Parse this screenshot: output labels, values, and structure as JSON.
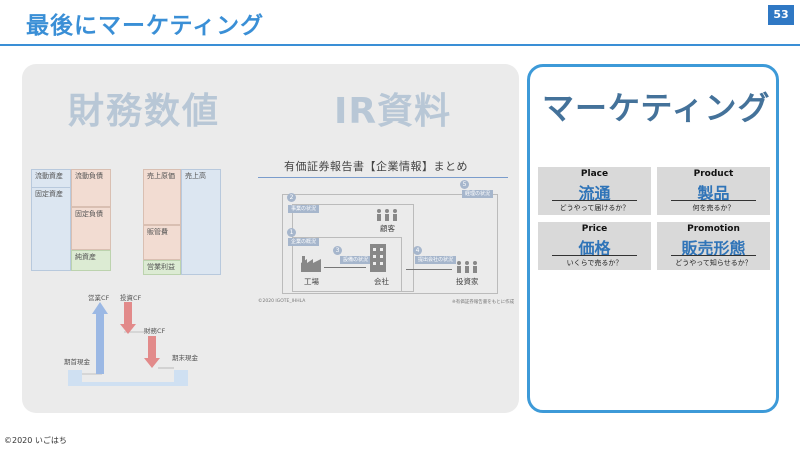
{
  "header": {
    "title": "最後にマーケティング",
    "page_number": "53"
  },
  "footer": {
    "copyright": "©2020 いごはち"
  },
  "financials": {
    "title": "財務数値",
    "balance_sheet": {
      "current_assets": "流動資産",
      "fixed_assets": "固定資産",
      "current_liabilities": "流動負債",
      "fixed_liabilities": "固定負債",
      "net_assets": "純資産"
    },
    "income_statement": {
      "cost_of_sales": "売上原価",
      "sga": "販管費",
      "operating_profit": "営業利益",
      "sales": "売上高"
    },
    "cash_flow": {
      "operating_cf": "営業CF",
      "investing_cf": "投資CF",
      "financing_cf": "財務CF",
      "opening_cash": "期首現金",
      "closing_cash": "期末現金"
    }
  },
  "ir": {
    "title": "IR資料",
    "subtitle": "有価証券報告書【企業情報】まとめ",
    "tags": [
      "事業の状況",
      "企業の概況",
      "設備の状況",
      "提出会社の状況",
      "経理の状況"
    ],
    "nums": [
      "1",
      "2",
      "3",
      "4",
      "5"
    ],
    "labels": {
      "customer": "顧客",
      "factory": "工場",
      "company": "会社",
      "investor": "投資家"
    },
    "footnote_left": "©2020 IGOTE_IHHLA",
    "footnote_right": "※有価証券報告書をもとに作成"
  },
  "marketing": {
    "title": "マーケティング",
    "cards": [
      {
        "head": "Place",
        "word": "流通",
        "question": "どうやって届けるか？"
      },
      {
        "head": "Product",
        "word": "製品",
        "question": "何を売るか？"
      },
      {
        "head": "Price",
        "word": "価格",
        "question": "いくらで売るか？"
      },
      {
        "head": "Promotion",
        "word": "販売形態",
        "question": "どうやって知らせるか？"
      }
    ]
  },
  "colors": {
    "accent": "#3a8fd6",
    "panel_border": "#3d9ad8",
    "heading_muted": "#b8c7d6"
  }
}
